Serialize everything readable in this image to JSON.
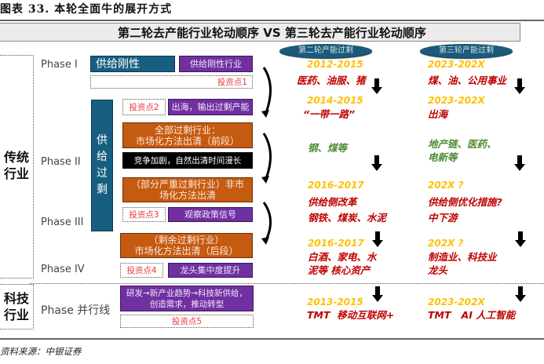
{
  "figure": {
    "title": "图表 33. 本轮全面牛的展开方式",
    "header": "第二轮去产能行业轮动顺序 VS 第三轮去产能行业轮动顺序",
    "source": "资料来源：中银证券"
  },
  "columns": {
    "second": "第二轮产能过剩",
    "third": "第三轮产能过剩"
  },
  "groups": {
    "traditional": "传统\n行业",
    "tech": "科技\n行业"
  },
  "phases": {
    "p1": "Phase I",
    "p2": "Phase II",
    "p3": "Phase III",
    "p4": "Phase IV",
    "parallel": "Phase 并行线"
  },
  "boxes": {
    "supply_rigid": "供给刚性",
    "supply_rigid_industry": "供给刚性行业",
    "inv1": "投资点1",
    "oversupply_vertical": "供给过剩",
    "inv2": "投资点2",
    "export": "出海，输出过剩产能",
    "all_oversupply": "全部过剩行业：\n市场化方法出清（前段）",
    "competition": "竞争加剧，自然出清时间漫长",
    "partial_oversupply": "（部分严重过剩行业）非市\n场化方法出清",
    "inv3": "投资点3",
    "policy_signal": "观察政策信号",
    "remaining_oversupply": "（剩余过剩行业）\n市场化方法出清（后段）",
    "inv4": "投资点4",
    "leader_concentration": "龙头集中度提升",
    "tech_path": "研发→新产业趋势→科技新供给，\n创造需求，推动转型",
    "inv5": "投资点5"
  },
  "second_round": [
    {
      "year": "2012-2015",
      "text": "医药、油服、猪"
    },
    {
      "year": "2014-2015",
      "text": "“一带一路”"
    },
    {
      "year": "",
      "text": "钢、煤等"
    },
    {
      "year": "2016-2017",
      "text": "供给侧改革\n钢铁、煤炭、水泥"
    },
    {
      "year": "2016-2017",
      "text": "白酒、家电、水\n泥等 核心资产"
    },
    {
      "year": "2013-2015",
      "text": "TMT  移动互联网+"
    }
  ],
  "third_round": [
    {
      "year": "2023-202X",
      "text": "煤、油、公用事业"
    },
    {
      "year": "2023-202X",
      "text": "出海"
    },
    {
      "year": "",
      "text": "地产链、医药、\n电新等"
    },
    {
      "year": "202X ?",
      "text": "供给侧优化措施?\n中下游"
    },
    {
      "year": "202X ?",
      "text": "制造业、科技业\n龙头"
    },
    {
      "year": "2023-202X",
      "text": "TMT   AI 人工智能"
    }
  ],
  "colors": {
    "teal": "#175f80",
    "purple": "#7030a0",
    "orange": "#c55a11",
    "year": "#ffc000",
    "red_text": "#c00000",
    "green_text": "#4e8b33",
    "investment_point": "#e83b3b"
  }
}
